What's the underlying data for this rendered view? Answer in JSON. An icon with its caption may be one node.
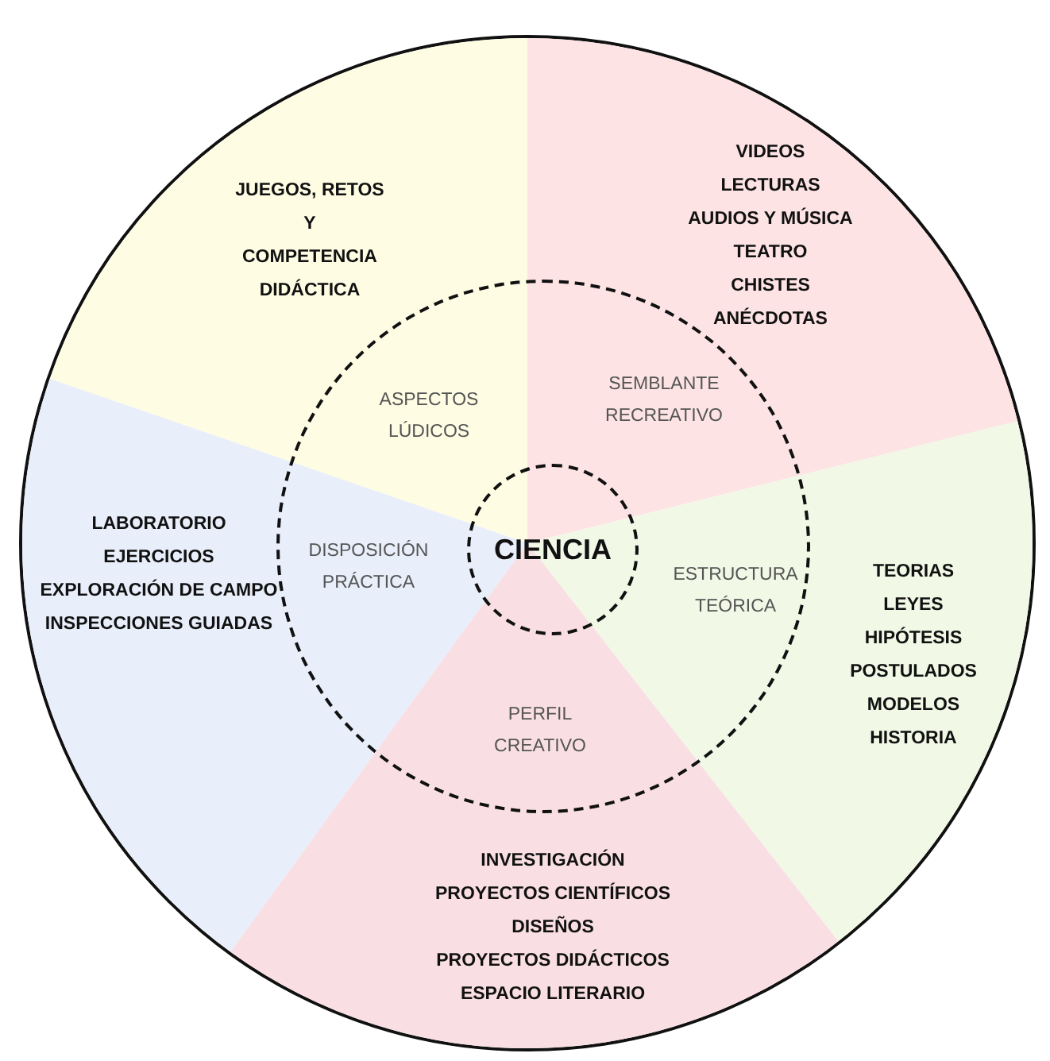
{
  "diagram": {
    "nodes": [
      {
        "text": [],
        "shape": "circle"
      },
      {
        "text": [
          "JUEGOS, RETOS Y COMPETENCIA DIDÁCTICA"
        ],
        "in": 0
      },
      {
        "text": [
          "VIDEOS",
          "LECTURAS",
          "AUDIOS Y MÚSICA",
          "TEATRO",
          "CHISTES",
          "ANÉCDOTAS"
        ],
        "in": 0
      },
      {
        "text": [
          "LABORATORIO",
          "EJERCICIOS",
          "EXPLORACIÓN DE CAMPO",
          "INSPECCIONES GUIADAS"
        ],
        "in": 0
      },
      {
        "text": [
          "TEORIAS",
          "LEYES",
          "HIPÓTESIS",
          "POSTULADOS",
          "MODELOS",
          "HISTORIA"
        ],
        "in": 0
      },
      {
        "text": [
          "INVESTIGACIÓN",
          "PROYECTOS CIENTÍFICOS",
          "DISEÑOS",
          "PROYECTOS DIDÁCTICOS",
          "ESPACIO LITERARIO"
        ],
        "in": 0
      },
      {
        "text": [],
        "shape": "circle",
        "in": 0
      },
      {
        "text": [
          "ASPECTOS LÚDICOS"
        ]
      },
      {
        "text": [
          "SEMBLANTE RECREATIVO"
        ]
      },
      {
        "text": [
          "DISPOSICIÓN PRÁCTICA"
        ]
      },
      {
        "text": [
          "CIENCIA"
        ],
        "in": 6
      },
      {
        "text": [
          "ESTRUCTURA TEÓRICA"
        ]
      },
      {
        "text": [
          "PERFIL CREATIVO"
        ]
      }
    ]
  }
}
